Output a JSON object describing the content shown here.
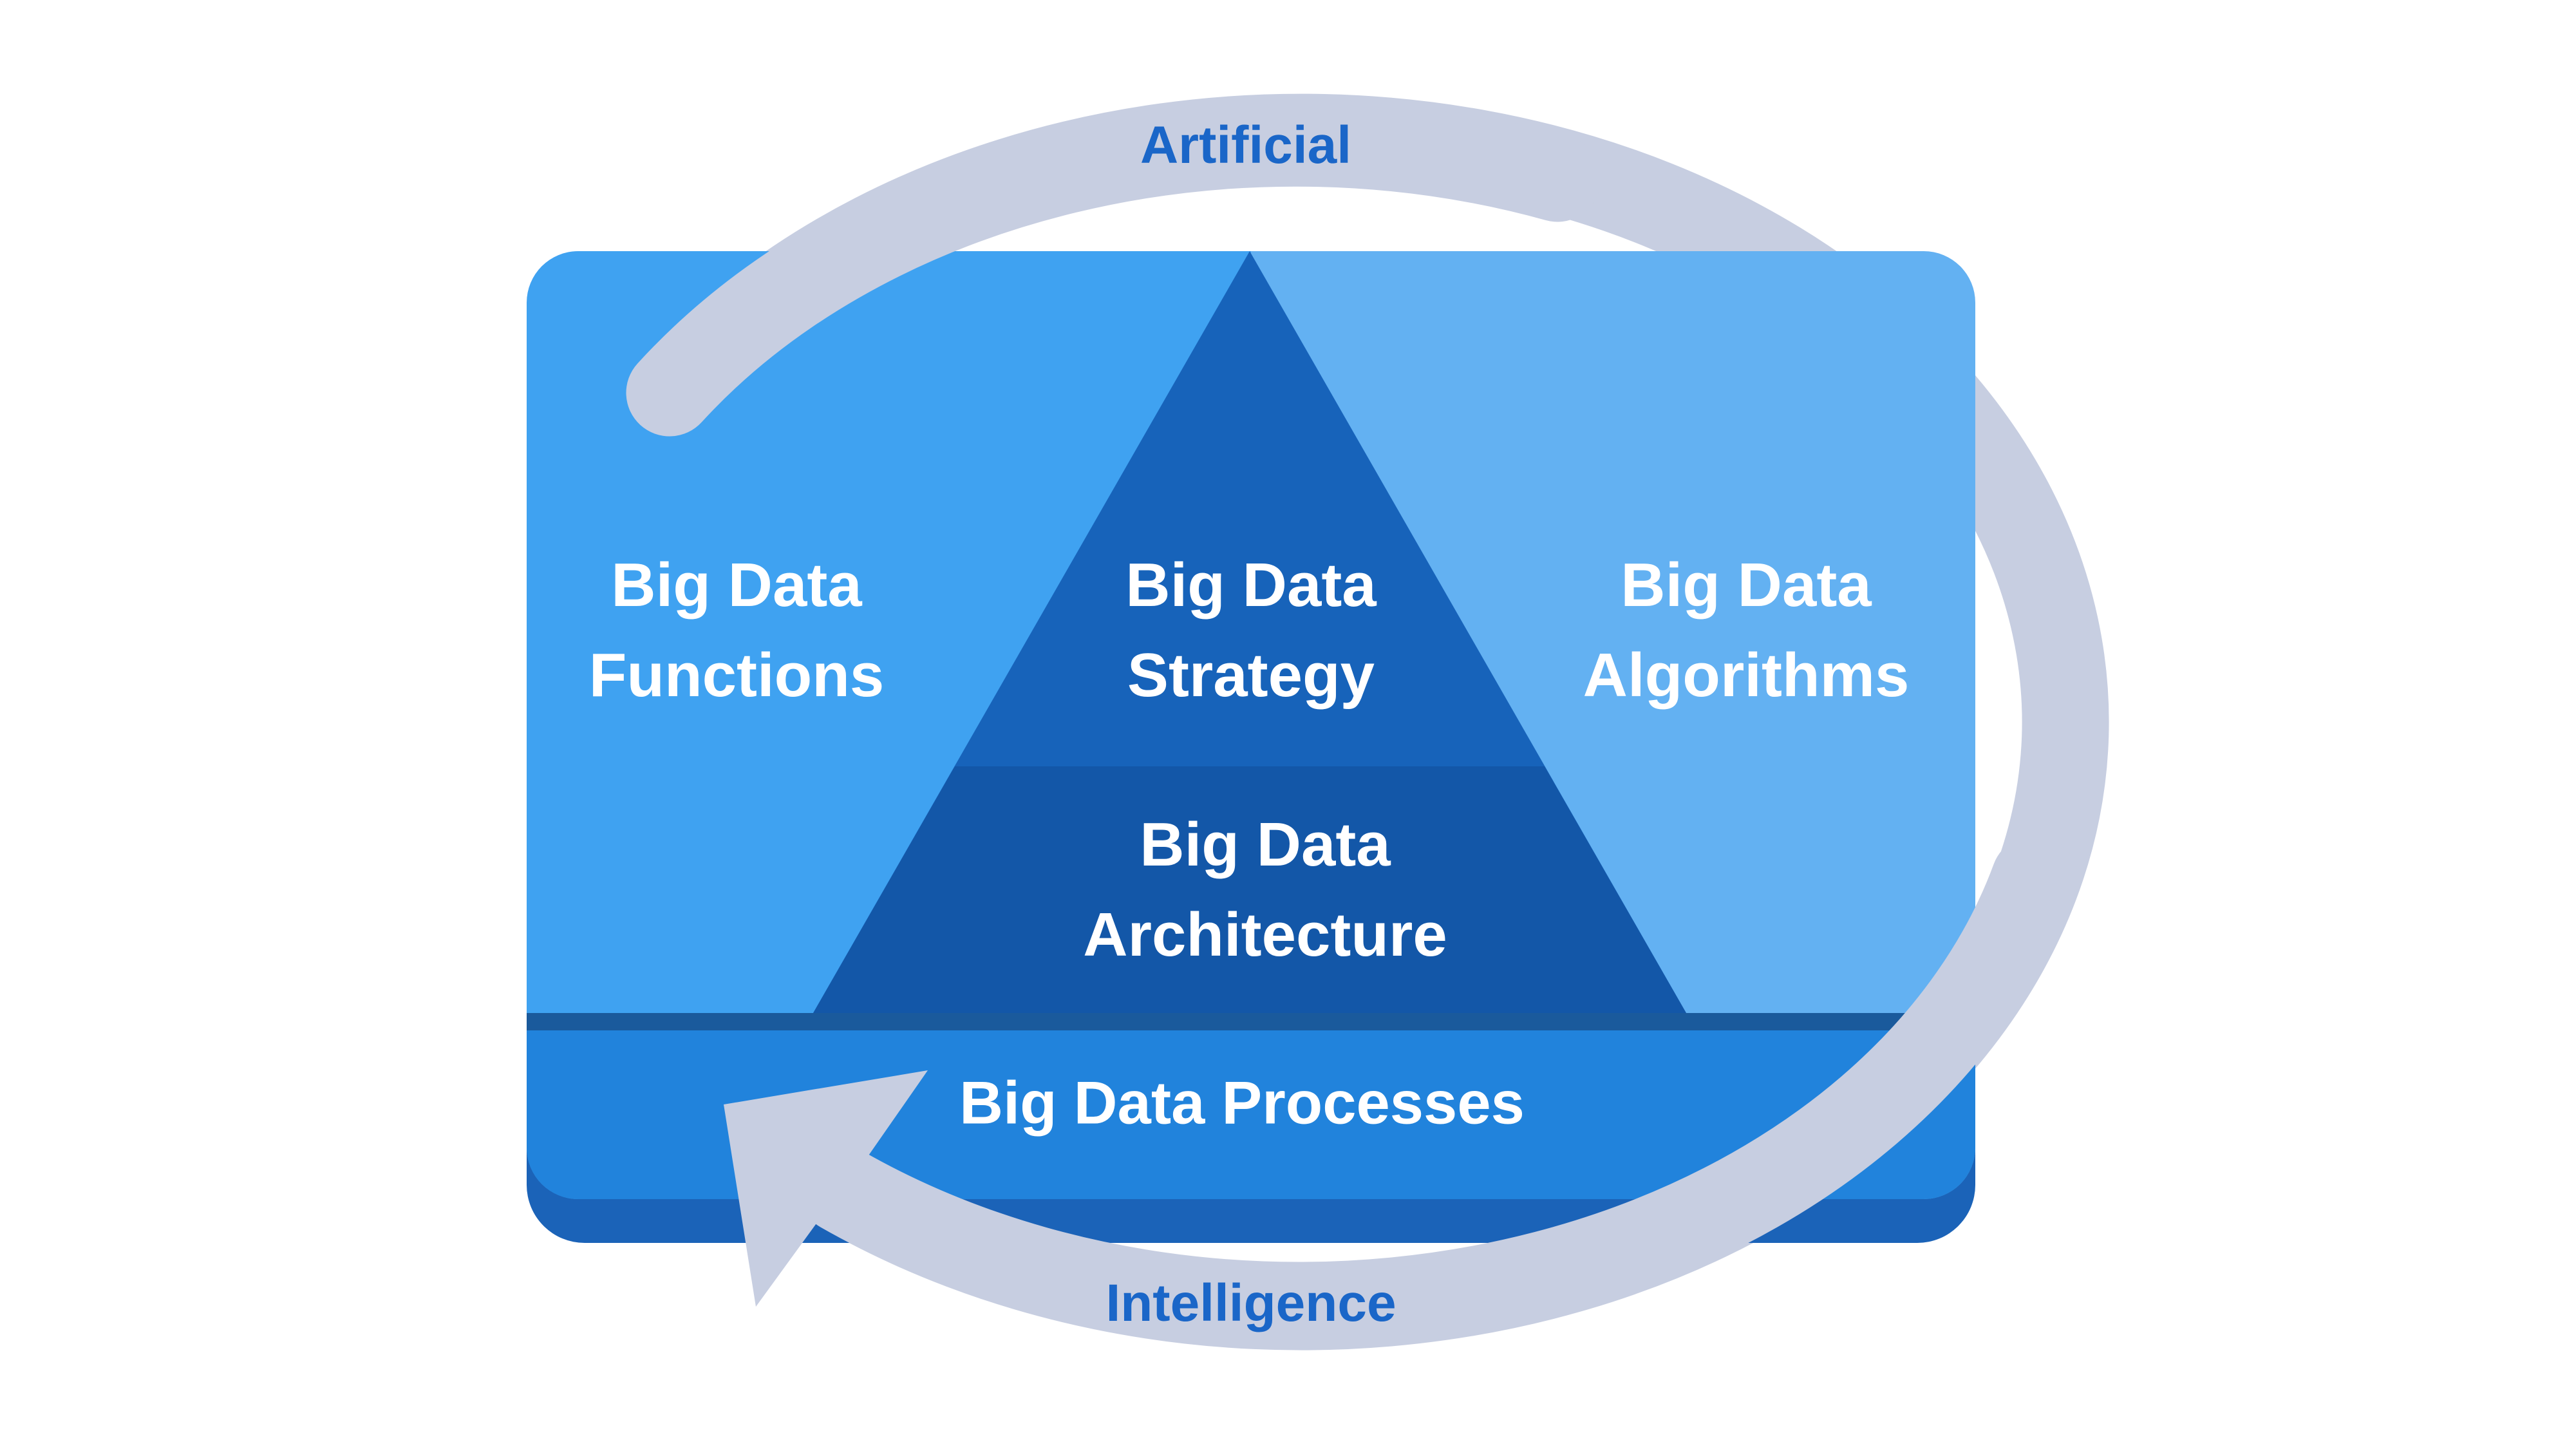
{
  "diagram": {
    "cycle": {
      "top_label": "Artificial",
      "bottom_label": "Intelligence"
    },
    "pyramid": {
      "left_panel_label": "Big Data\nFunctions",
      "strategy_label": "Big Data\nStrategy",
      "right_panel_label": "Big Data\nAlgorithms",
      "architecture_label": "Big Data\nArchitecture",
      "processes_label": "Big Data Processes"
    },
    "colors": {
      "left_panel": "#3FA2F1",
      "right_panel": "#63B1F2",
      "pyramid_top": "#1763BA",
      "pyramid_architecture": "#1357A8",
      "divider_strip": "#1A5A9C",
      "processes_band": "#2183DC",
      "card_bottom_edge": "#1B63B8",
      "cycle_arc": "#C7CEE1",
      "cycle_text": "#1A66C8",
      "panel_text": "#FFFFFF"
    }
  }
}
